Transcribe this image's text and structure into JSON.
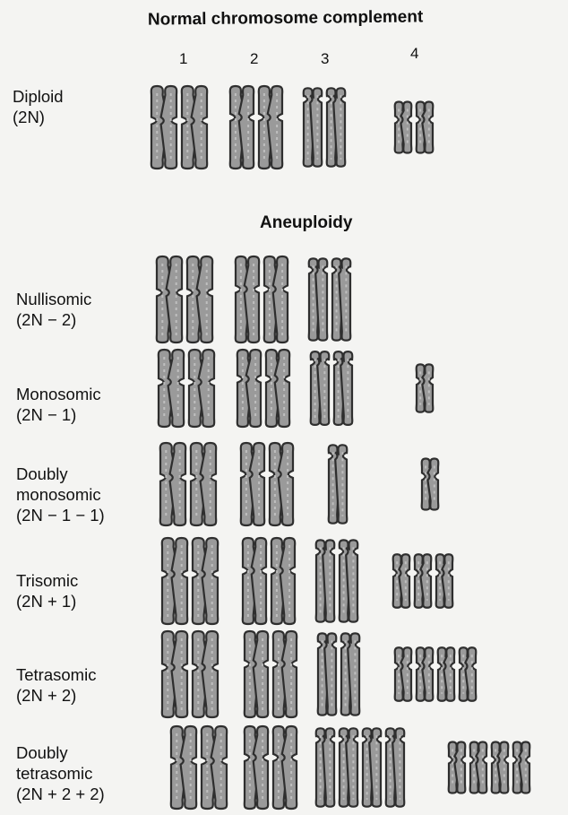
{
  "titles": {
    "normal": "Normal chromosome complement",
    "aneuploidy": "Aneuploidy"
  },
  "columns": [
    "1",
    "2",
    "3",
    "4"
  ],
  "rows": [
    {
      "label_lines": [
        "Diploid",
        "(2N)"
      ],
      "counts": [
        2,
        2,
        2,
        2
      ]
    },
    {
      "label_lines": [
        "Nullisomic",
        "(2N − 2)"
      ],
      "counts": [
        2,
        2,
        2,
        0
      ]
    },
    {
      "label_lines": [
        "Monosomic",
        "(2N − 1)"
      ],
      "counts": [
        2,
        2,
        2,
        1
      ]
    },
    {
      "label_lines": [
        "Doubly",
        "monosomic",
        "(2N − 1 − 1)"
      ],
      "counts": [
        2,
        2,
        1,
        1
      ]
    },
    {
      "label_lines": [
        "Trisomic",
        "(2N + 1)"
      ],
      "counts": [
        2,
        2,
        2,
        3
      ]
    },
    {
      "label_lines": [
        "Tetrasomic",
        "(2N + 2)"
      ],
      "counts": [
        2,
        2,
        2,
        4
      ]
    },
    {
      "label_lines": [
        "Doubly",
        "tetrasomic",
        "(2N + 2 + 2)"
      ],
      "counts": [
        2,
        2,
        4,
        4
      ]
    }
  ],
  "colors": {
    "chromosome_fill": "#9a9a9a",
    "chromosome_edge": "#2e2e2e",
    "chromosome_light": "#c9c9c9"
  }
}
